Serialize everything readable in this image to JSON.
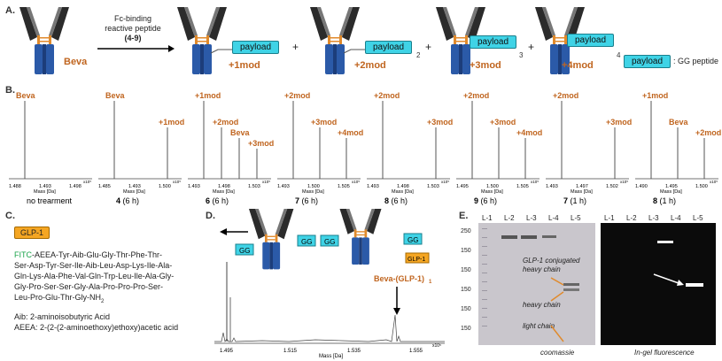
{
  "panels": {
    "a": "A.",
    "b": "B.",
    "c": "C.",
    "d": "D.",
    "e": "E."
  },
  "panelA": {
    "beva": "Beva",
    "arrow_line1": "Fc-binding",
    "arrow_line2": "reactive peptide",
    "arrow_line3": "(4-9)",
    "payload": "payload",
    "plus": "+",
    "subs": [
      "2",
      "3",
      "4"
    ],
    "mods": [
      "+1mod",
      "+2mod",
      "+3mod",
      "+4mod"
    ],
    "legend_desc": ": GG peptide"
  },
  "panelB": {
    "spectra": [
      {
        "label": "no trearment",
        "num": "",
        "cond": "",
        "peaks": [
          "Beva"
        ],
        "ticks": [
          "1.488",
          "1.493",
          "1.498"
        ],
        "xlabel": "Mass [Da]"
      },
      {
        "label": "",
        "num": "4",
        "cond": " (6 h)",
        "peaks": [
          "Beva",
          "+1mod"
        ],
        "ticks": [
          "1.485",
          "1.493",
          "1.500"
        ],
        "xlabel": "Mass [Da]"
      },
      {
        "label": "",
        "num": "6",
        "cond": " (6 h)",
        "peaks": [
          "+1mod",
          "+2mod",
          "Beva",
          "+3mod"
        ],
        "ticks": [
          "1.493",
          "1.498",
          "1.503"
        ],
        "xlabel": "Mass [Da]"
      },
      {
        "label": "",
        "num": "7",
        "cond": " (6 h)",
        "peaks": [
          "+2mod",
          "+3mod",
          "+4mod"
        ],
        "ticks": [
          "1.493",
          "1.500",
          "1.505"
        ],
        "xlabel": "Mass [Da]"
      },
      {
        "label": "",
        "num": "8",
        "cond": " (6 h)",
        "peaks": [
          "+2mod",
          "+3mod"
        ],
        "ticks": [
          "1.493",
          "1.498",
          "1.503"
        ],
        "xlabel": "Mass [Da]"
      },
      {
        "label": "",
        "num": "9",
        "cond": " (6 h)",
        "peaks": [
          "+2mod",
          "+3mod",
          "+4mod"
        ],
        "ticks": [
          "1.495",
          "1.500",
          "1.505"
        ],
        "xlabel": "Mass [Da]"
      },
      {
        "label": "",
        "num": "7",
        "cond": " (1 h)",
        "peaks": [
          "+2mod",
          "+3mod"
        ],
        "ticks": [
          "1.493",
          "1.497",
          "1.502"
        ],
        "xlabel": "Mass [Da]"
      },
      {
        "label": "",
        "num": "8",
        "cond": " (1 h)",
        "peaks": [
          "+1mod",
          "Beva",
          "+2mod"
        ],
        "ticks": [
          "1.490",
          "1.495",
          "1.500"
        ],
        "xlabel": "Mass [Da]"
      }
    ],
    "exp": "x10⁵"
  },
  "panelC": {
    "tag": "GLP-1",
    "fitc": "FITC",
    "seq1": "-AEEA-Tyr-Aib-Glu-Gly-Thr-Phe-Thr-",
    "seq2": "Ser-Asp-Tyr-Ser-Ile-Aib-Leu-Asp-Lys-Ile-Ala-",
    "seq3": "Gln-Lys-Ala-Phe-Val-Gln-Trp-Leu-Ile-Ala-Gly-",
    "seq4": "Gly-Pro-Ser-Ser-Gly-Ala-Pro-Pro-Pro-Ser-",
    "seq5": "Leu-Pro-Glu-Thr-Gly-NH",
    "seq5sub": "2",
    "aib": "Aib: 2-aminoisobutyric Acid",
    "aeea": "AEEA: 2-(2-(2-aminoethoxy)ethoxy)acetic acid"
  },
  "panelD": {
    "gg": "GG",
    "glp": "GLP-1",
    "conj": "Beva-(GLP-1)",
    "conj_sub": "1",
    "xlabel": "Mass [Da]",
    "ticks": [
      "1.495",
      "1.515",
      "1.535",
      "1.555"
    ],
    "exp": "x10⁵"
  },
  "panelE": {
    "lanes_left": [
      "L-1",
      "L-2",
      "L-3",
      "L-4",
      "L-5"
    ],
    "lanes_right": [
      "L-1",
      "L-2",
      "L-3",
      "L-4",
      "L-5"
    ],
    "markers": [
      "250",
      "150",
      "150",
      "150",
      "150",
      "150"
    ],
    "glp_conj1": "GLP-1 conjugated",
    "glp_conj2": "heavy chain",
    "heavy": "heavy chain",
    "light": "light chain",
    "cap_left": "coomassie",
    "cap_right": "In-gel fluorescence"
  }
}
